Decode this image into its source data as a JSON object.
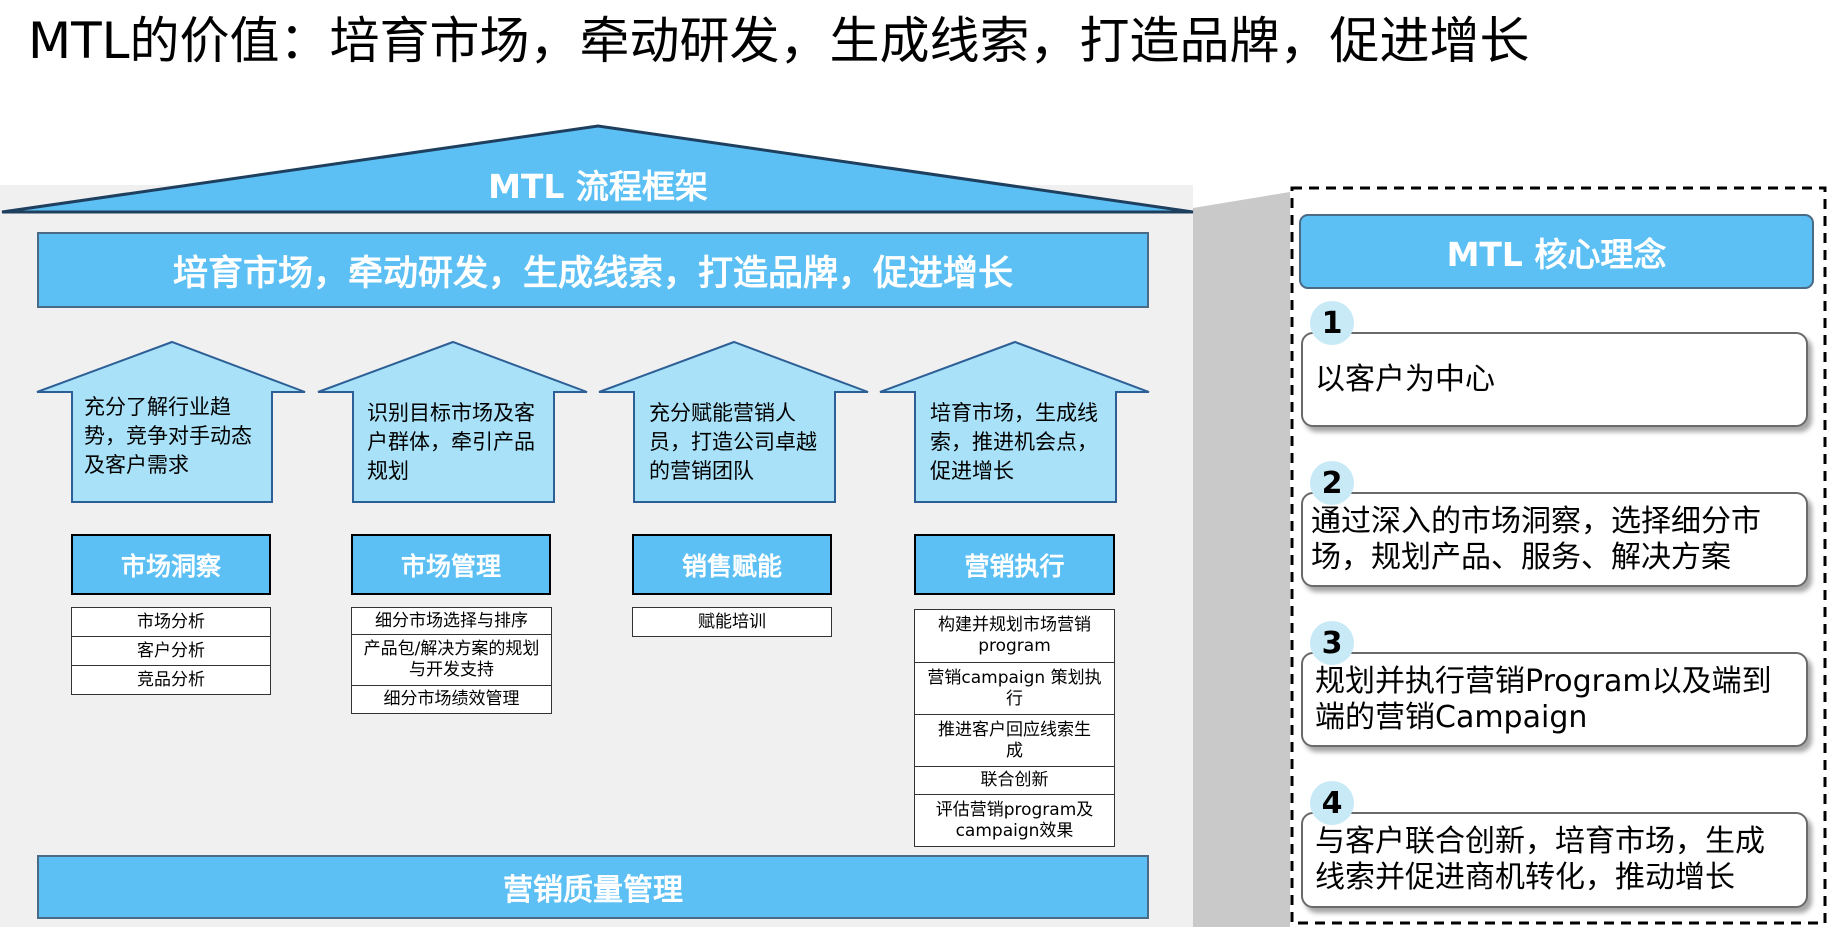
{
  "page": {
    "title": "MTL的价值：培育市场，牵动研发，生成线索，打造品牌，促进增长"
  },
  "framework": {
    "title": "MTL 流程框架",
    "goal": "培育市场，牵动研发，生成线索，打造品牌，促进增长",
    "foundation": "营销质量管理",
    "pillars": [
      {
        "arrow_text": "充分了解行业趋势，竞争对手动态及客户需求",
        "name": "市场洞察",
        "items": [
          "市场分析",
          "客户分析",
          "竞品分析"
        ]
      },
      {
        "arrow_text": "识别目标市场及客户群体，牵引产品规划",
        "name": "市场管理",
        "items": [
          "细分市场选择与排序",
          "产品包/解决方案的规划与开发支持",
          "细分市场绩效管理"
        ]
      },
      {
        "arrow_text": "充分赋能营销人员，打造公司卓越的营销团队",
        "name": "销售赋能",
        "items": [
          "赋能培训"
        ]
      },
      {
        "arrow_text": "培育市场，生成线索，推进机会点，促进增长",
        "name": "营销执行",
        "items": [
          "构建并规划市场营销program",
          "营销campaign 策划执行",
          "推进客户回应线索生成",
          "联合创新",
          "评估营销program及campaign效果"
        ]
      }
    ]
  },
  "core": {
    "title": "MTL 核心理念",
    "items": [
      {
        "num": "1",
        "text": "以客户为中心"
      },
      {
        "num": "2",
        "text": "通过深入的市场洞察，选择细分市场，规划产品、服务、解决方案"
      },
      {
        "num": "3",
        "text": "规划并执行营销Program以及端到端的营销Campaign"
      },
      {
        "num": "4",
        "text": "与客户联合创新，培育市场，生成线索并促进商机转化，推动增长"
      }
    ]
  },
  "colors": {
    "accent": "#5cc0f4",
    "arrow_fill": "#a9e2f8",
    "panel_bg": "#f0f0f0"
  }
}
